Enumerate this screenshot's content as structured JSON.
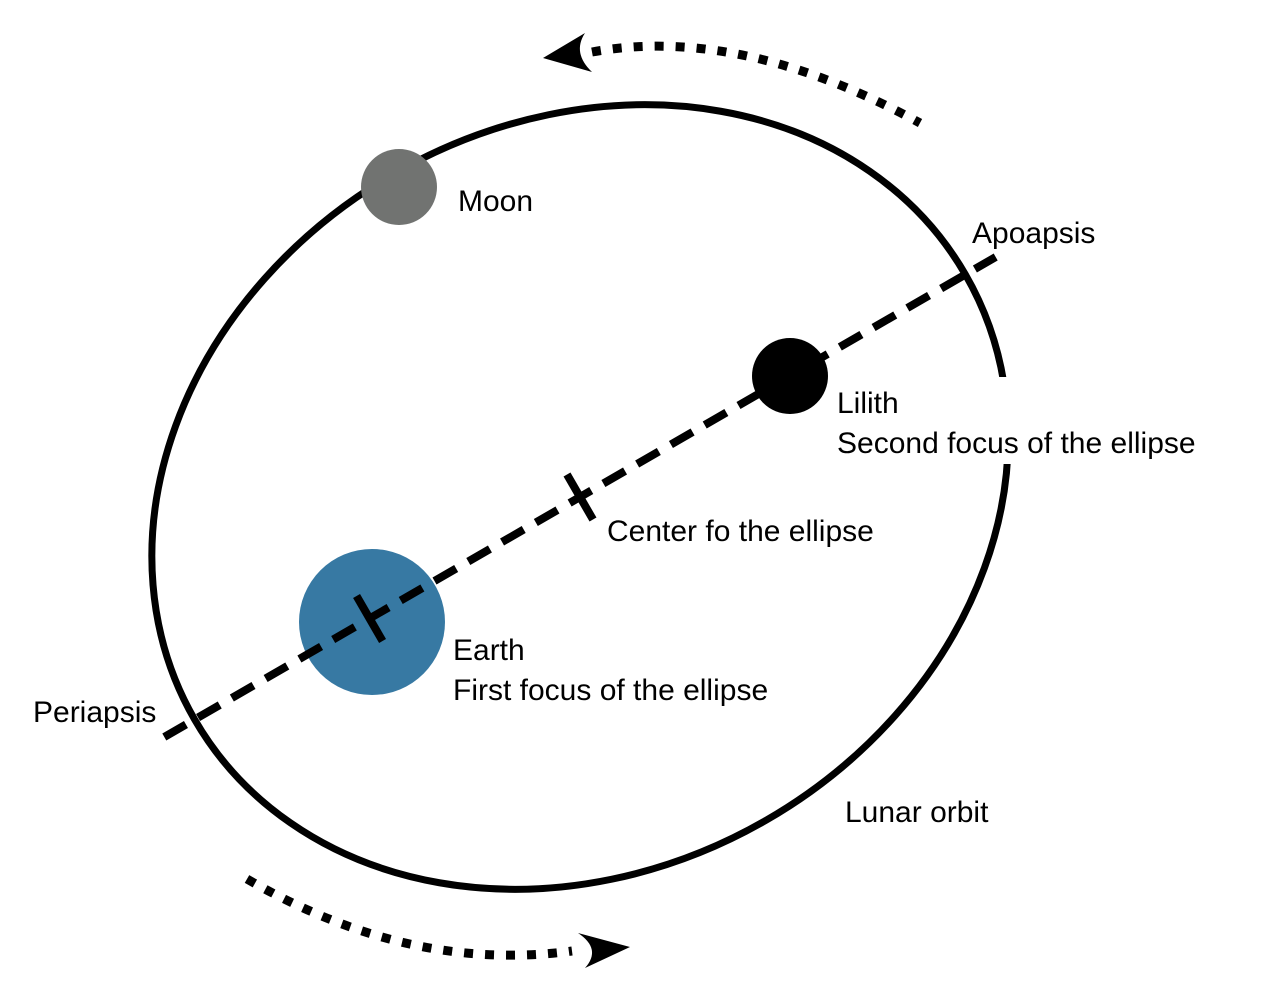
{
  "diagram": {
    "labels": {
      "moon": "Moon",
      "apoapsis": "Apoapsis",
      "periapsis": "Periapsis",
      "lilith_name": "Lilith",
      "lilith_role": "Second focus of the ellipse",
      "center": "Center fo the ellipse",
      "earth_name": "Earth",
      "earth_role": "First focus of the ellipse",
      "orbit": "Lunar orbit"
    },
    "colors": {
      "earth": "#3779A3",
      "moon": "#717371",
      "lilith": "#000000",
      "line": "#000000",
      "background": "#FFFFFF"
    }
  }
}
